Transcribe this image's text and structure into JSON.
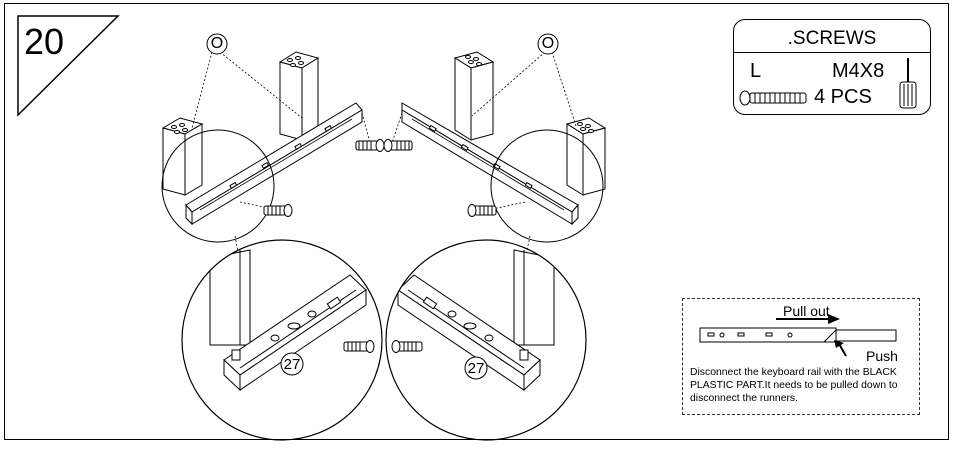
{
  "step": {
    "number": "20"
  },
  "screws": {
    "title": ".SCREWS",
    "letter": "L",
    "size": "M4X8",
    "quantity": "4  PCS",
    "icons": [
      "screw-icon",
      "screwdriver-icon"
    ]
  },
  "callouts": {
    "left": "O",
    "right": "O"
  },
  "detail_refs": {
    "left": "27",
    "right": "27"
  },
  "note": {
    "pull_label": "Pull out",
    "push_label": "Push",
    "text": "Disconnect the keyboard rail with the BLACK PLASTIC PART.It needs to be pulled down to disconnect the runners."
  }
}
